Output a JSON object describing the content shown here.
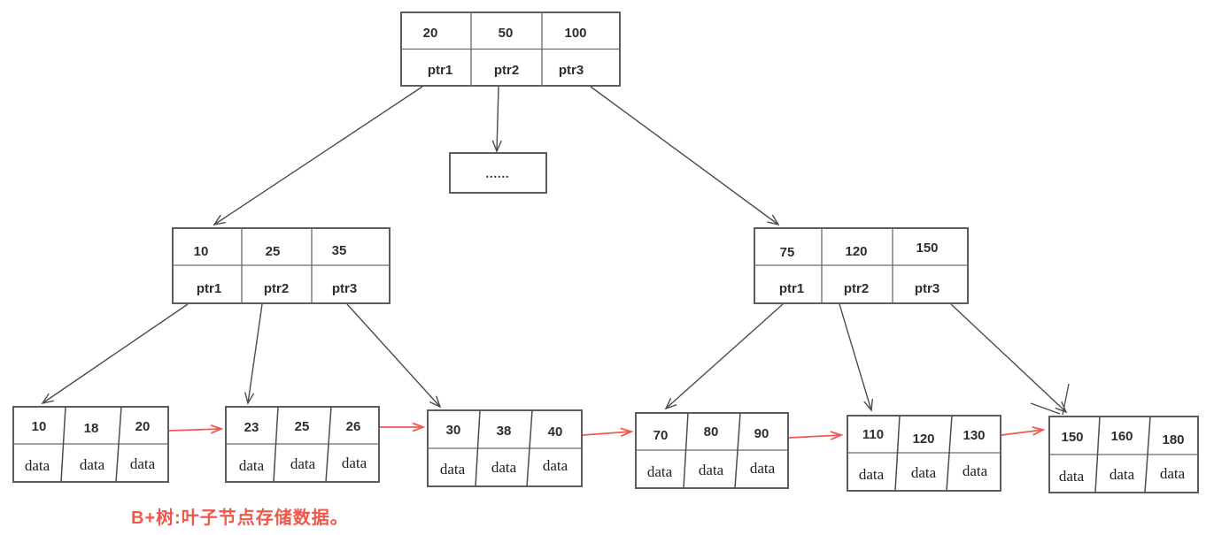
{
  "colors": {
    "link_red": "#ee5a50",
    "caption_red": "#ef584a",
    "edge_gray": "#4c4c4c",
    "border_gray": "#5d5d5d"
  },
  "tree": {
    "root": {
      "keys": [
        "20",
        "50",
        "100"
      ],
      "pointers": [
        "ptr1",
        "ptr2",
        "ptr3"
      ]
    },
    "ellipsis": "......",
    "internal_left": {
      "keys": [
        "10",
        "25",
        "35"
      ],
      "pointers": [
        "ptr1",
        "ptr2",
        "ptr3"
      ]
    },
    "internal_right": {
      "keys": [
        "75",
        "120",
        "150"
      ],
      "pointers": [
        "ptr1",
        "ptr2",
        "ptr3"
      ]
    },
    "leaves": [
      {
        "keys": [
          "10",
          "18",
          "20"
        ],
        "values": [
          "data",
          "data",
          "data"
        ]
      },
      {
        "keys": [
          "23",
          "25",
          "26"
        ],
        "values": [
          "data",
          "data",
          "data"
        ]
      },
      {
        "keys": [
          "30",
          "38",
          "40"
        ],
        "values": [
          "data",
          "data",
          "data"
        ]
      },
      {
        "keys": [
          "70",
          "80",
          "90"
        ],
        "values": [
          "data",
          "data",
          "data"
        ]
      },
      {
        "keys": [
          "110",
          "120",
          "130"
        ],
        "values": [
          "data",
          "data",
          "data"
        ]
      },
      {
        "keys": [
          "150",
          "160",
          "180"
        ],
        "values": [
          "data",
          "data",
          "data"
        ]
      }
    ]
  },
  "caption": {
    "text": "B+树:叶子节点存储数据。"
  }
}
